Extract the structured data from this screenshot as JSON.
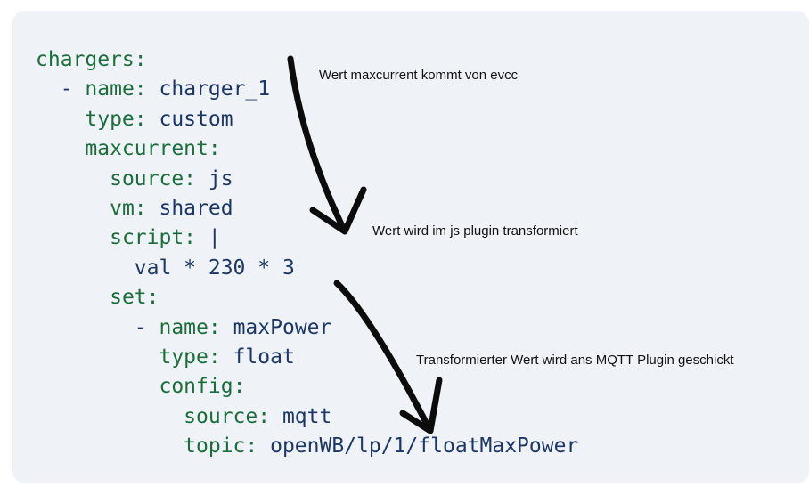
{
  "colors": {
    "key": "#1b6e3a",
    "value": "#1c3765",
    "annotation": "#111111",
    "arrow": "#0c0c0c",
    "panel_bg": "#eff3f8",
    "page_bg": "#ffffff"
  },
  "code": {
    "language": "yaml",
    "lines": [
      [
        {
          "t": "chargers:",
          "c": "key"
        }
      ],
      [
        {
          "t": "  ",
          "c": "plain"
        },
        {
          "t": "- ",
          "c": "val"
        },
        {
          "t": "name:",
          "c": "key"
        },
        {
          "t": " charger_1",
          "c": "val"
        }
      ],
      [
        {
          "t": "    ",
          "c": "plain"
        },
        {
          "t": "type:",
          "c": "key"
        },
        {
          "t": " custom",
          "c": "val"
        }
      ],
      [
        {
          "t": "    ",
          "c": "plain"
        },
        {
          "t": "maxcurrent:",
          "c": "key"
        }
      ],
      [
        {
          "t": "      ",
          "c": "plain"
        },
        {
          "t": "source:",
          "c": "key"
        },
        {
          "t": " js",
          "c": "val"
        }
      ],
      [
        {
          "t": "      ",
          "c": "plain"
        },
        {
          "t": "vm:",
          "c": "key"
        },
        {
          "t": " shared",
          "c": "val"
        }
      ],
      [
        {
          "t": "      ",
          "c": "plain"
        },
        {
          "t": "script:",
          "c": "key"
        },
        {
          "t": " |",
          "c": "val"
        }
      ],
      [
        {
          "t": "        val * 230 * 3",
          "c": "val"
        }
      ],
      [
        {
          "t": "      ",
          "c": "plain"
        },
        {
          "t": "set:",
          "c": "key"
        }
      ],
      [
        {
          "t": "        ",
          "c": "plain"
        },
        {
          "t": "- ",
          "c": "val"
        },
        {
          "t": "name:",
          "c": "key"
        },
        {
          "t": " maxPower",
          "c": "val"
        }
      ],
      [
        {
          "t": "          ",
          "c": "plain"
        },
        {
          "t": "type:",
          "c": "key"
        },
        {
          "t": " float",
          "c": "val"
        }
      ],
      [
        {
          "t": "          ",
          "c": "plain"
        },
        {
          "t": "config:",
          "c": "key"
        }
      ],
      [
        {
          "t": "            ",
          "c": "plain"
        },
        {
          "t": "source:",
          "c": "key"
        },
        {
          "t": " mqtt",
          "c": "val"
        }
      ],
      [
        {
          "t": "            ",
          "c": "plain"
        },
        {
          "t": "topic:",
          "c": "key"
        },
        {
          "t": " openWB/lp/1/floatMaxPower",
          "c": "val"
        }
      ]
    ]
  },
  "annotations": [
    {
      "text": "Wert maxcurrent kommt von evcc"
    },
    {
      "text": "Wert wird im js plugin transformiert"
    },
    {
      "text": "Transformierter Wert wird ans MQTT Plugin geschickt"
    }
  ]
}
